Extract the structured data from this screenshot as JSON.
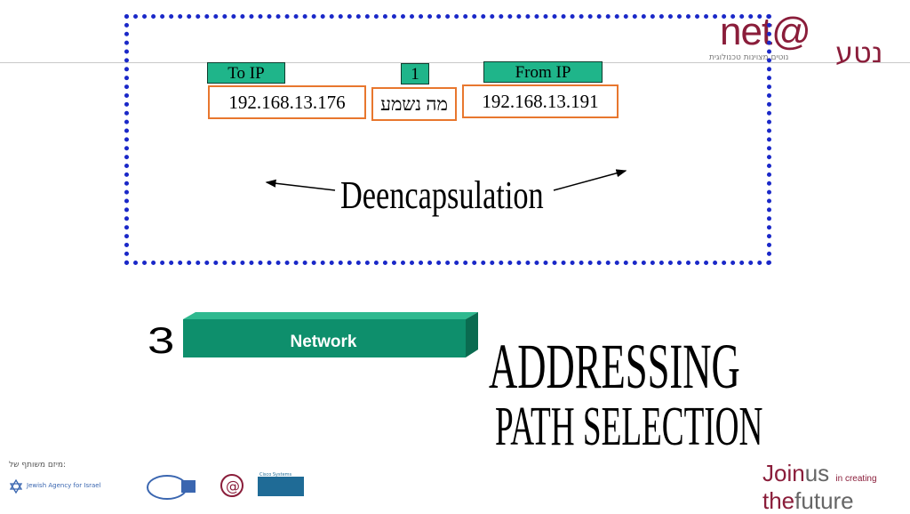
{
  "packet": {
    "to_ip_label": "To IP",
    "to_ip_value": "192.168.13.176",
    "seq_label": "1",
    "payload_value": "מה נשמע",
    "from_ip_label": "From IP",
    "from_ip_value": "192.168.13.191"
  },
  "process_label": "Deencapsulation",
  "layer": {
    "number": "3",
    "name": "Network"
  },
  "functions": {
    "line1": "ADDRESSING",
    "line2": "PATH SELECTION"
  },
  "logos": {
    "neta": "net@",
    "neta_hebrew": "נטע",
    "neta_tagline": "נוטים מצוינות טכנולוגית",
    "sponsor_heading": "מיזם משותף של:",
    "jewish_agency": "Jewish Agency for Israel",
    "cisco": "Cisco Systems",
    "join": "Join",
    "us": "us",
    "in_creating": "in creating",
    "the": "the",
    "future": "future"
  },
  "colors": {
    "frame": "#1a28c8",
    "tag_fill": "#1fb58a",
    "box_border": "#e8772e",
    "network_block": "#0e8f6c",
    "brand": "#8a1d3a"
  }
}
